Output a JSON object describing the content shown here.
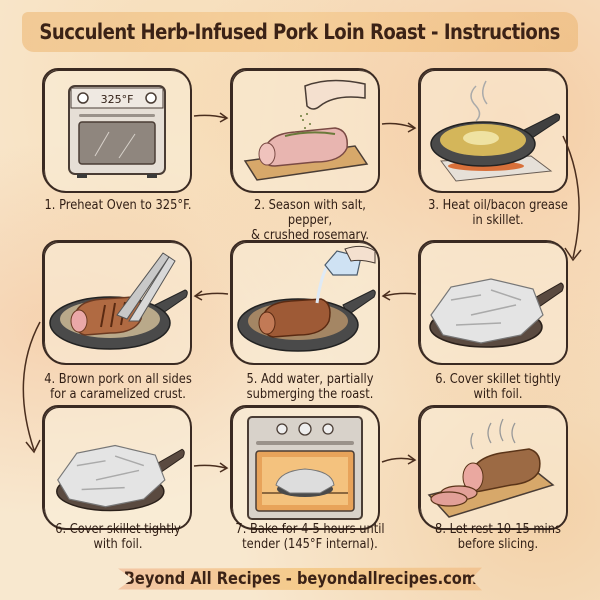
{
  "title": "Succulent Herb-Infused Pork Loin Roast - Instructions",
  "steps": [
    {
      "number": 1,
      "line1": "1. Preheat Oven to 325°F.",
      "line2": "",
      "icon": "oven-icon",
      "oven_display": "325°F"
    },
    {
      "number": 2,
      "line1": "2. Season with salt, pepper,",
      "line2": "& crushed rosemary.",
      "icon": "seasoning-pork-icon"
    },
    {
      "number": 3,
      "line1": "3. Heat oil/bacon grease",
      "line2": "in skillet.",
      "icon": "skillet-oil-icon"
    },
    {
      "number": 4,
      "line1": "4. Brown pork on all sides",
      "line2": "for a caramelized crust.",
      "icon": "browning-pork-icon"
    },
    {
      "number": 5,
      "line1": "5. Add water, partially",
      "line2": "submerging the roast.",
      "icon": "pour-water-icon"
    },
    {
      "number": 6,
      "line1": "6. Cover skillet tightly",
      "line2": "with foil.",
      "icon": "foil-skillet-icon"
    },
    {
      "number": 6,
      "line1": "6. Cover skillet tightly",
      "line2": "with foil.",
      "icon": "foil-skillet-icon"
    },
    {
      "number": 7,
      "line1": "7. Bake for 4-5 hours until",
      "line2": "tender (145°F internal).",
      "icon": "baking-oven-icon"
    },
    {
      "number": 8,
      "line1": "8. Let rest 10-15 mins",
      "line2": "before slicing.",
      "icon": "sliced-roast-icon"
    }
  ],
  "footer": "Beyond All Recipes - beyondallrecipes.com",
  "colors": {
    "background": "#f8e8cf",
    "text": "#3b2216",
    "outline": "#3a2a22",
    "accent": "#ecb46e"
  }
}
